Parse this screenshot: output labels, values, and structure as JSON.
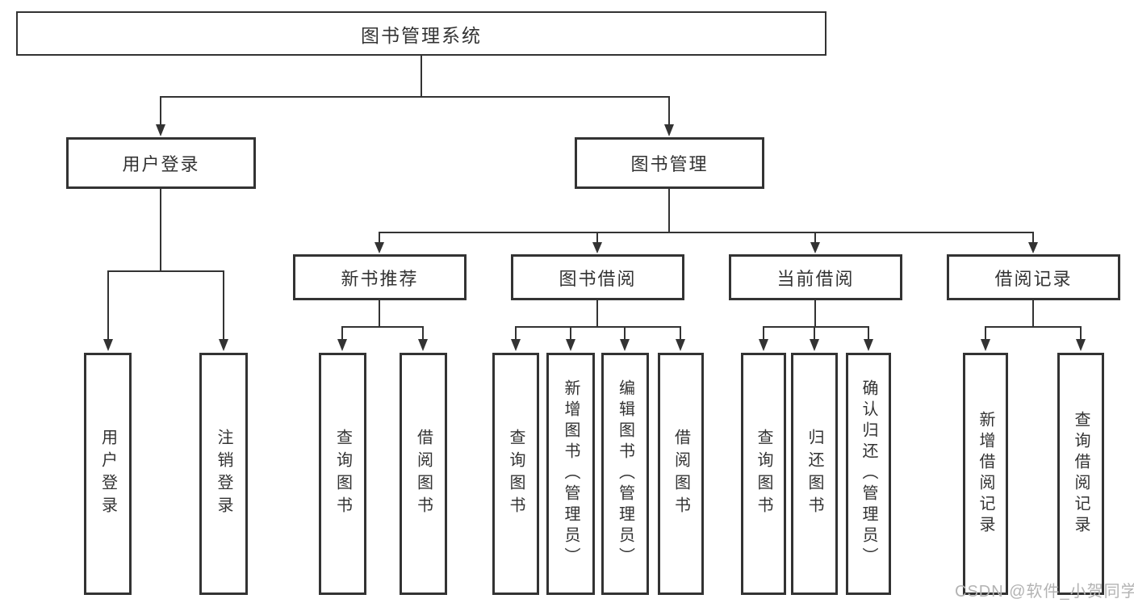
{
  "diagram": {
    "type": "function-tree",
    "colors": {
      "line": "#333333",
      "text": "#333333",
      "box_background": "#ffffff",
      "page_background": "#ffffff",
      "watermark": "#b3b3b3"
    },
    "tree": {
      "label": "图书管理系统",
      "children": [
        {
          "label": "用户登录",
          "children": [
            {
              "label": "用户登录"
            },
            {
              "label": "注销登录"
            }
          ]
        },
        {
          "label": "图书管理",
          "children": [
            {
              "label": "新书推荐",
              "children": [
                {
                  "label": "查询图书"
                },
                {
                  "label": "借阅图书"
                }
              ]
            },
            {
              "label": "图书借阅",
              "children": [
                {
                  "label": "查询图书"
                },
                {
                  "label": "新增图书（管理员）"
                },
                {
                  "label": "编辑图书（管理员）"
                },
                {
                  "label": "借阅图书"
                }
              ]
            },
            {
              "label": "当前借阅",
              "children": [
                {
                  "label": "查询图书"
                },
                {
                  "label": "归还图书"
                },
                {
                  "label": "确认归还（管理员）"
                }
              ]
            },
            {
              "label": "借阅记录",
              "children": [
                {
                  "label": "新增借阅记录"
                },
                {
                  "label": "查询借阅记录"
                }
              ]
            }
          ]
        }
      ]
    }
  },
  "watermark": {
    "text": "CSDN @软件_小贺同学"
  }
}
